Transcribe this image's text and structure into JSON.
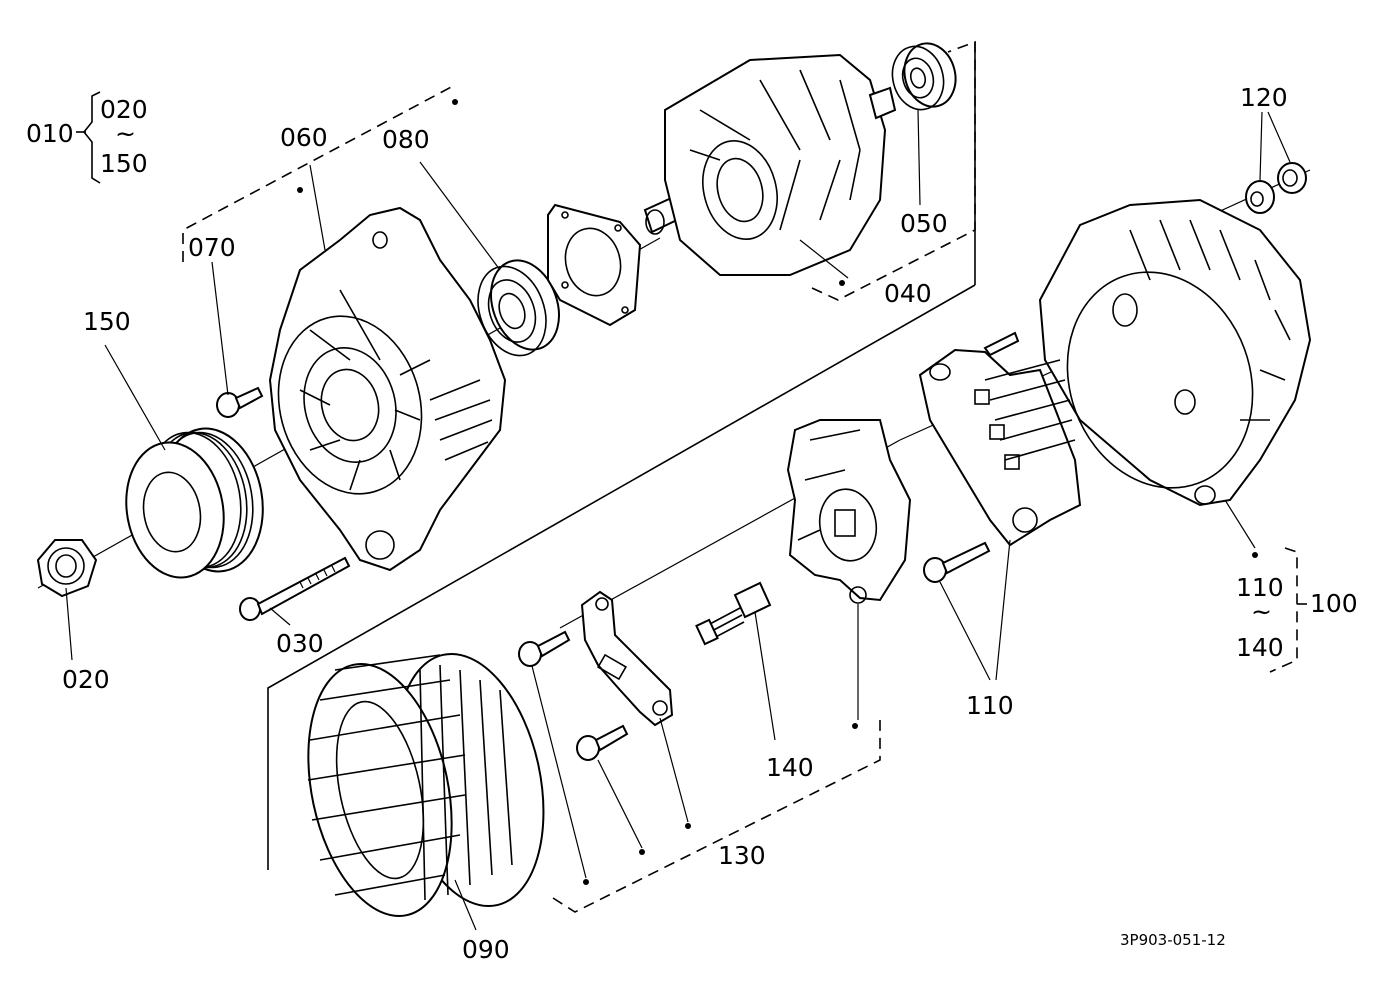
{
  "labels": {
    "p010": "010",
    "p020_range": "020",
    "p150_range": "150",
    "tilde": "~",
    "p060": "060",
    "p080": "080",
    "p070": "070",
    "p150": "150",
    "p020": "020",
    "p030": "030",
    "p050": "050",
    "p040": "040",
    "p120": "120",
    "p110_range": "110",
    "p140_range": "140",
    "p100": "100",
    "p110": "110",
    "p140": "140",
    "p130": "130",
    "p090": "090"
  },
  "drawing_code": "3P903-051-12"
}
